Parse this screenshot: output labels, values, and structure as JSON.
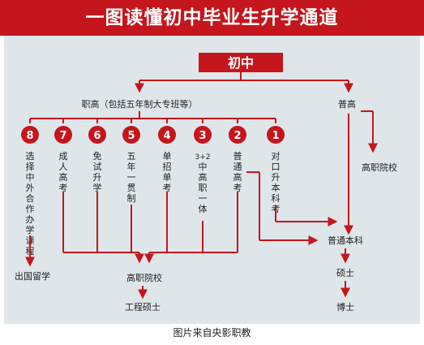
{
  "header": {
    "title": "一图读懂初中毕业生升学通道"
  },
  "caption": "图片来自央影职教",
  "colors": {
    "accent": "#c4161c",
    "panel": "#dfe6ea",
    "text": "#222222"
  },
  "diagram": {
    "root": "初中",
    "branch_left": "职高（包括五年制大专班等）",
    "branch_right": "普高",
    "routes": [
      {
        "num": "8",
        "label": "选择中外合作办学课程"
      },
      {
        "num": "7",
        "label": "成人高考"
      },
      {
        "num": "6",
        "label": "免试升学"
      },
      {
        "num": "5",
        "label": "五年一贯制"
      },
      {
        "num": "4",
        "label": "单招单考"
      },
      {
        "num": "3",
        "label": "3+2中高职一体"
      },
      {
        "num": "2",
        "label": "普通高考"
      },
      {
        "num": "1",
        "label": "对口升本科考"
      }
    ],
    "outcomes": {
      "study_abroad": "出国留学",
      "vocational_college": "高职院校",
      "engineering_master": "工程硕士",
      "regular_undergrad": "普通本科",
      "master": "硕士",
      "doctor": "博士",
      "right_vocational_college": "高职院校"
    }
  }
}
